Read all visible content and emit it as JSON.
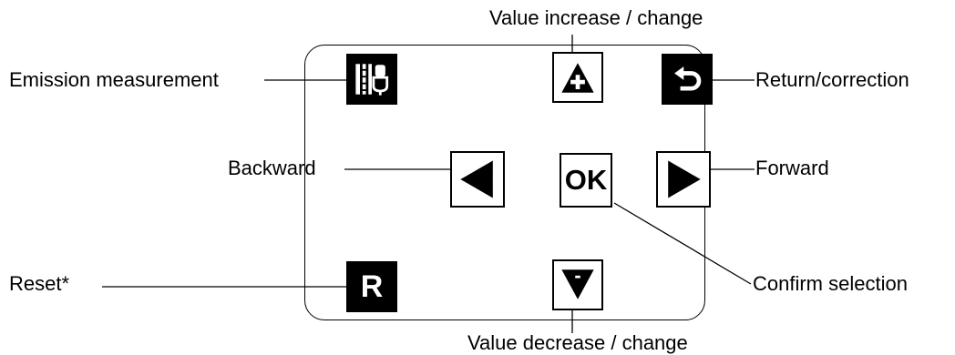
{
  "labels": {
    "value_increase": "Value increase / change",
    "emission_measurement": "Emission measurement",
    "return_correction": "Return/correction",
    "backward": "Backward",
    "forward": "Forward",
    "reset": "Reset*",
    "confirm_selection": "Confirm selection",
    "value_decrease": "Value decrease / change"
  },
  "buttons": {
    "ok_label": "OK",
    "reset_label": "R"
  },
  "icons": {
    "emission": "emission-measurement-icon",
    "increase": "triangle-up-plus-icon",
    "return": "return-arrow-icon",
    "backward": "triangle-left-icon",
    "forward": "triangle-right-icon",
    "decrease": "triangle-down-minus-icon"
  },
  "colors": {
    "line": "#000000",
    "background": "#ffffff",
    "dark_button": "#000000"
  }
}
